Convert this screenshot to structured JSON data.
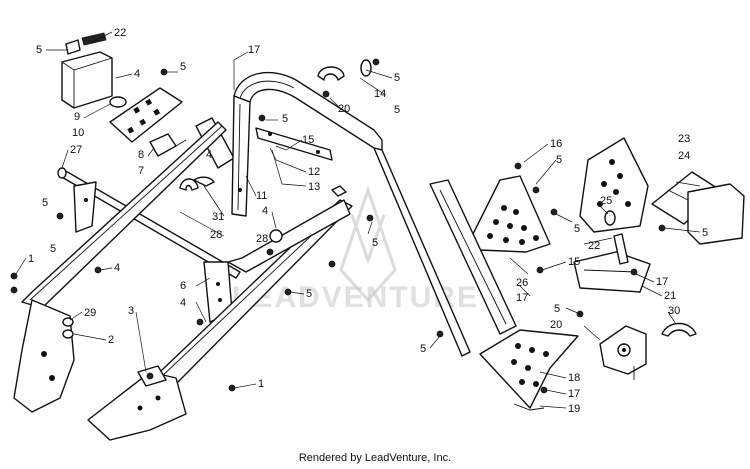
{
  "diagram": {
    "labels": [
      {
        "id": "l22a",
        "text": "22"
      },
      {
        "id": "l5a",
        "text": "5"
      },
      {
        "id": "l4a",
        "text": "4"
      },
      {
        "id": "l5b",
        "text": "5"
      },
      {
        "id": "l9",
        "text": "9"
      },
      {
        "id": "l10",
        "text": "10"
      },
      {
        "id": "l27",
        "text": "27"
      },
      {
        "id": "l8",
        "text": "8"
      },
      {
        "id": "l7",
        "text": "7"
      },
      {
        "id": "l17a",
        "text": "17"
      },
      {
        "id": "l5c",
        "text": "5"
      },
      {
        "id": "l14",
        "text": "14"
      },
      {
        "id": "l20a",
        "text": "20"
      },
      {
        "id": "l5d",
        "text": "5"
      },
      {
        "id": "l5e",
        "text": "5"
      },
      {
        "id": "l15a",
        "text": "15"
      },
      {
        "id": "l4b",
        "text": "4"
      },
      {
        "id": "l12",
        "text": "12"
      },
      {
        "id": "l13",
        "text": "13"
      },
      {
        "id": "l11",
        "text": "11"
      },
      {
        "id": "l16",
        "text": "16"
      },
      {
        "id": "l5f",
        "text": "5"
      },
      {
        "id": "l23",
        "text": "23"
      },
      {
        "id": "l24",
        "text": "24"
      },
      {
        "id": "l5g",
        "text": "5"
      },
      {
        "id": "l31",
        "text": "31"
      },
      {
        "id": "l4c",
        "text": "4"
      },
      {
        "id": "l28a",
        "text": "28"
      },
      {
        "id": "l28b",
        "text": "28"
      },
      {
        "id": "l5h",
        "text": "5"
      },
      {
        "id": "l25",
        "text": "25"
      },
      {
        "id": "l5i",
        "text": "5"
      },
      {
        "id": "l5j",
        "text": "5"
      },
      {
        "id": "l22b",
        "text": "22"
      },
      {
        "id": "l1a",
        "text": "1"
      },
      {
        "id": "l4d",
        "text": "4"
      },
      {
        "id": "l6",
        "text": "6"
      },
      {
        "id": "l15b",
        "text": "15"
      },
      {
        "id": "l26",
        "text": "26"
      },
      {
        "id": "l17b",
        "text": "17"
      },
      {
        "id": "l17c",
        "text": "17"
      },
      {
        "id": "l21",
        "text": "21"
      },
      {
        "id": "l4e",
        "text": "4"
      },
      {
        "id": "l5k",
        "text": "5"
      },
      {
        "id": "l29",
        "text": "29"
      },
      {
        "id": "l3",
        "text": "3"
      },
      {
        "id": "l5l",
        "text": "5"
      },
      {
        "id": "l20b",
        "text": "20"
      },
      {
        "id": "l30",
        "text": "30"
      },
      {
        "id": "l2",
        "text": "2"
      },
      {
        "id": "l5m",
        "text": "5"
      },
      {
        "id": "l18",
        "text": "18"
      },
      {
        "id": "l17d",
        "text": "17"
      },
      {
        "id": "l19",
        "text": "19"
      },
      {
        "id": "l1b",
        "text": "1"
      },
      {
        "id": "l5n",
        "text": "5"
      }
    ]
  },
  "watermark": {
    "text": "LEADVENTURE"
  },
  "footer": {
    "text": "Rendered by LeadVenture, Inc."
  }
}
